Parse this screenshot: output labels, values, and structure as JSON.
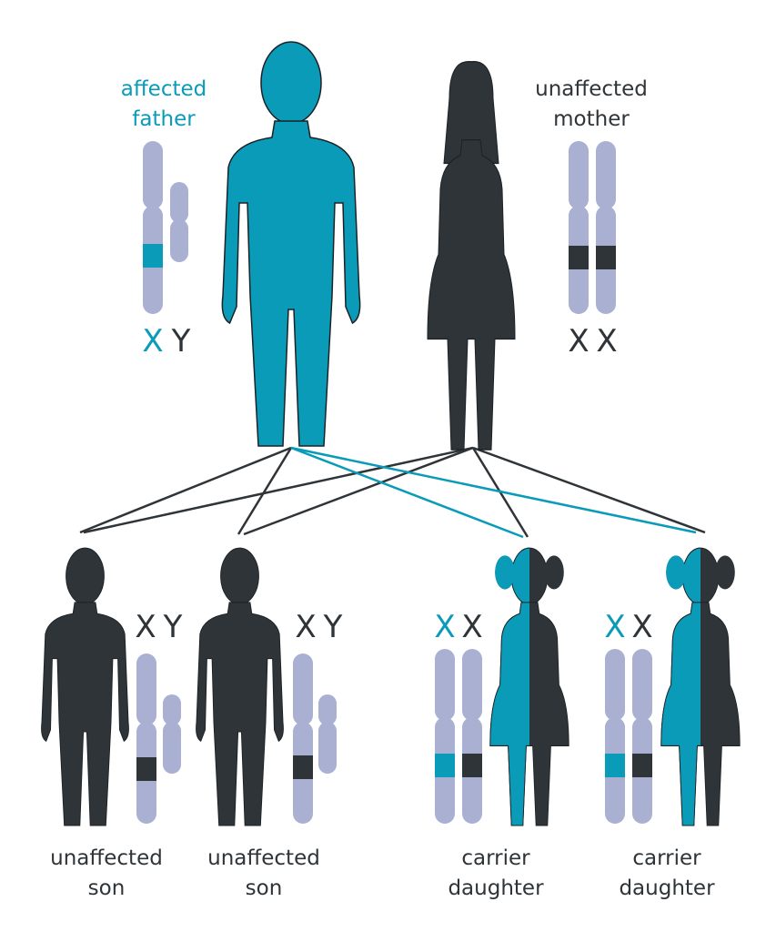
{
  "colors": {
    "affected": "#0a9bb8",
    "unaffected": "#2f3438",
    "chromosome": "#a9b0d1"
  },
  "parents": {
    "father": {
      "label_line1": "affected",
      "label_line2": "father",
      "chr1": "X",
      "chr2": "Y"
    },
    "mother": {
      "label_line1": "unaffected",
      "label_line2": "mother",
      "chr1": "X",
      "chr2": "X"
    }
  },
  "children": [
    {
      "label_line1": "unaffected",
      "label_line2": "son",
      "chr1": "X",
      "chr2": "Y"
    },
    {
      "label_line1": "unaffected",
      "label_line2": "son",
      "chr1": "X",
      "chr2": "Y"
    },
    {
      "label_line1": "carrier",
      "label_line2": "daughter",
      "chr1": "X",
      "chr2": "X"
    },
    {
      "label_line1": "carrier",
      "label_line2": "daughter",
      "chr1": "X",
      "chr2": "X"
    }
  ]
}
